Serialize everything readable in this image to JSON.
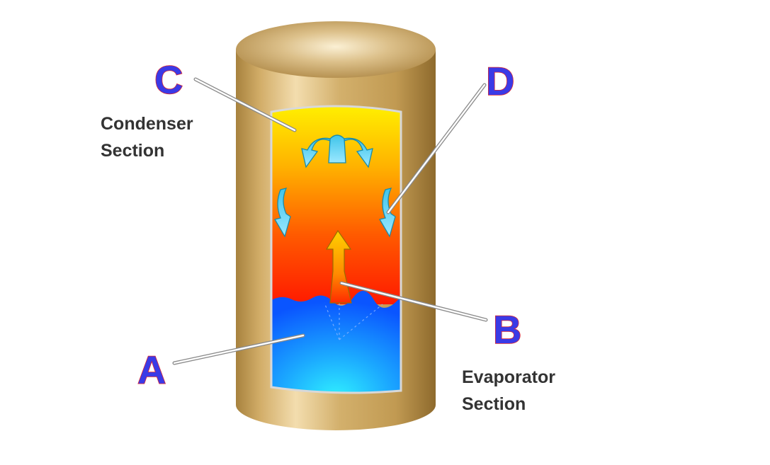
{
  "diagram": {
    "labels": {
      "A": "A",
      "B": "B",
      "C": "C",
      "D": "D"
    },
    "sections": {
      "condenser_line1": "Condenser",
      "condenser_line2": "Section",
      "evaporator_line1": "Evaporator",
      "evaporator_line2": "Section"
    },
    "colors": {
      "letter_fill": "#3a3ae6",
      "letter_outline": "#e0262c",
      "cylinder_gold": "#c9a15a",
      "vapor_top": "#ffe600",
      "vapor_bottom": "#ff1e00",
      "liquid_top": "#1060ff",
      "liquid_bottom": "#26e8ff",
      "condensate_arrow": "#6fd7f2"
    }
  }
}
